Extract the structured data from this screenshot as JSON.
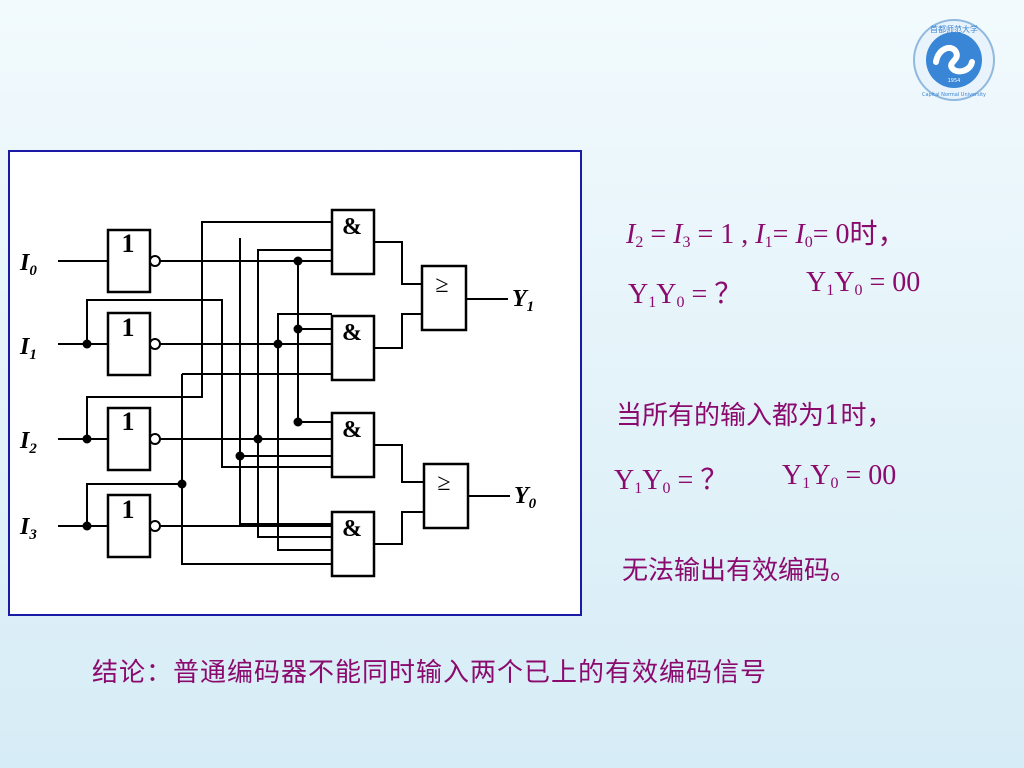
{
  "logo": {
    "text_top": "首都师范大学",
    "text_bottom": "Capital Normal University",
    "year": "1954"
  },
  "circuit": {
    "inputs": [
      "I0",
      "I1",
      "I2",
      "I3"
    ],
    "inverter_label": "1",
    "and_label": "&",
    "or_label": "≥",
    "outputs": [
      "Y1",
      "Y0"
    ]
  },
  "texts": {
    "q1_prefix": "= ",
    "q1_eq": "= 1  ,",
    "q1_eq2": "= ",
    "q1_eq3": "= 0时，",
    "q1_ask": "= ？",
    "q1_answer": "= 00",
    "q2_condition": "当所有的输入都为1时，",
    "q2_ask": "= ？",
    "q2_answer": "= 00",
    "statement": "无法输出有效编码。",
    "conclusion": "结论：普通编码器不能同时输入两个已上的有效编码信号"
  },
  "colors": {
    "text": "#8b0a6e",
    "frame": "#1a1aa6"
  }
}
